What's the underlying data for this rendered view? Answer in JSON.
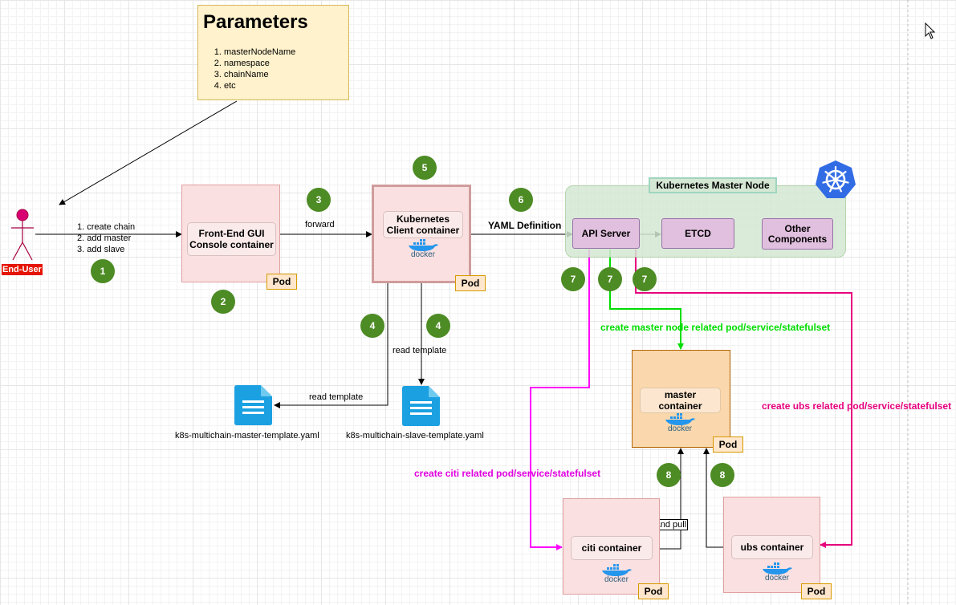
{
  "params": {
    "title": "Parameters",
    "items": [
      "masterNodeName",
      "namespace",
      "chainName",
      "etc"
    ]
  },
  "actor": {
    "label": "End-User"
  },
  "user_actions": [
    "1. create chain",
    "2. add master",
    "3. add slave"
  ],
  "frontend": {
    "label_line1": "Front-End GUI",
    "label_line2": "Console container",
    "pod": "Pod"
  },
  "client": {
    "label_line1": "Kubernetes",
    "label_line2": "Client container",
    "pod": "Pod"
  },
  "edges": {
    "forward": "forward",
    "yaml": "YAML Definition",
    "read_template_left": "read template",
    "read_template_down": "read template",
    "create_master": "create master node related pod/service/statefulset",
    "create_ubs": "create ubs related pod/service/statefulset",
    "create_citi": "create citi related pod/service/statefulset",
    "connect_pull": "connect and pull"
  },
  "k8s_master": {
    "title": "Kubernetes Master Node",
    "api": "API Server",
    "etcd": "ETCD",
    "other_line1": "Other",
    "other_line2": "Components"
  },
  "files": {
    "master": "k8s-multichain-master-template.yaml",
    "slave": "k8s-multichain-slave-template.yaml"
  },
  "master_pod": {
    "label_line1": "master",
    "label_line2": "container",
    "pod": "Pod"
  },
  "citi_pod": {
    "label": "citi  container",
    "pod": "Pod"
  },
  "ubs_pod": {
    "label": "ubs  container",
    "pod": "Pod"
  },
  "docker_text": "docker",
  "steps": {
    "s1": "1",
    "s2": "2",
    "s3": "3",
    "s4a": "4",
    "s4b": "4",
    "s5": "5",
    "s6": "6",
    "s7a": "7",
    "s7b": "7",
    "s7c": "7",
    "s8a": "8",
    "s8b": "8"
  },
  "colors": {
    "green_edge": "#00dd00",
    "magenta_edge": "#ff00ff",
    "pink_edge": "#e6007e",
    "step_circle": "#4d8b24",
    "kube_blue": "#326ce5"
  }
}
